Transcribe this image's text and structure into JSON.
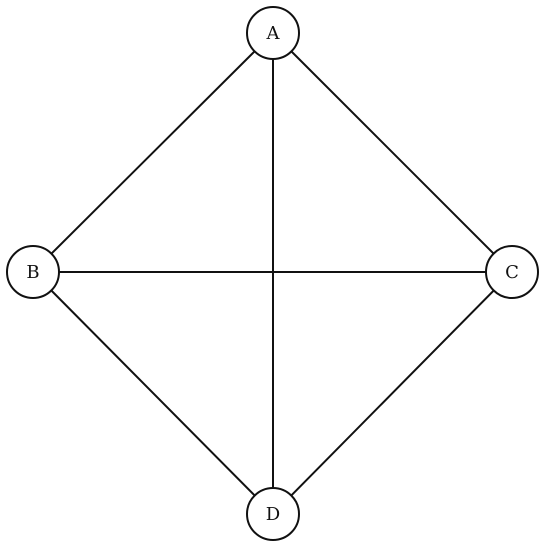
{
  "graph": {
    "nodes": [
      {
        "id": "A",
        "label": "A"
      },
      {
        "id": "B",
        "label": "B"
      },
      {
        "id": "C",
        "label": "C"
      },
      {
        "id": "D",
        "label": "D"
      }
    ],
    "edges": [
      [
        "A",
        "B"
      ],
      [
        "A",
        "C"
      ],
      [
        "A",
        "D"
      ],
      [
        "B",
        "C"
      ],
      [
        "B",
        "D"
      ],
      [
        "C",
        "D"
      ]
    ],
    "colors": {
      "stroke": "#111111",
      "node_fill": "#ffffff",
      "background": "#ffffff"
    }
  }
}
